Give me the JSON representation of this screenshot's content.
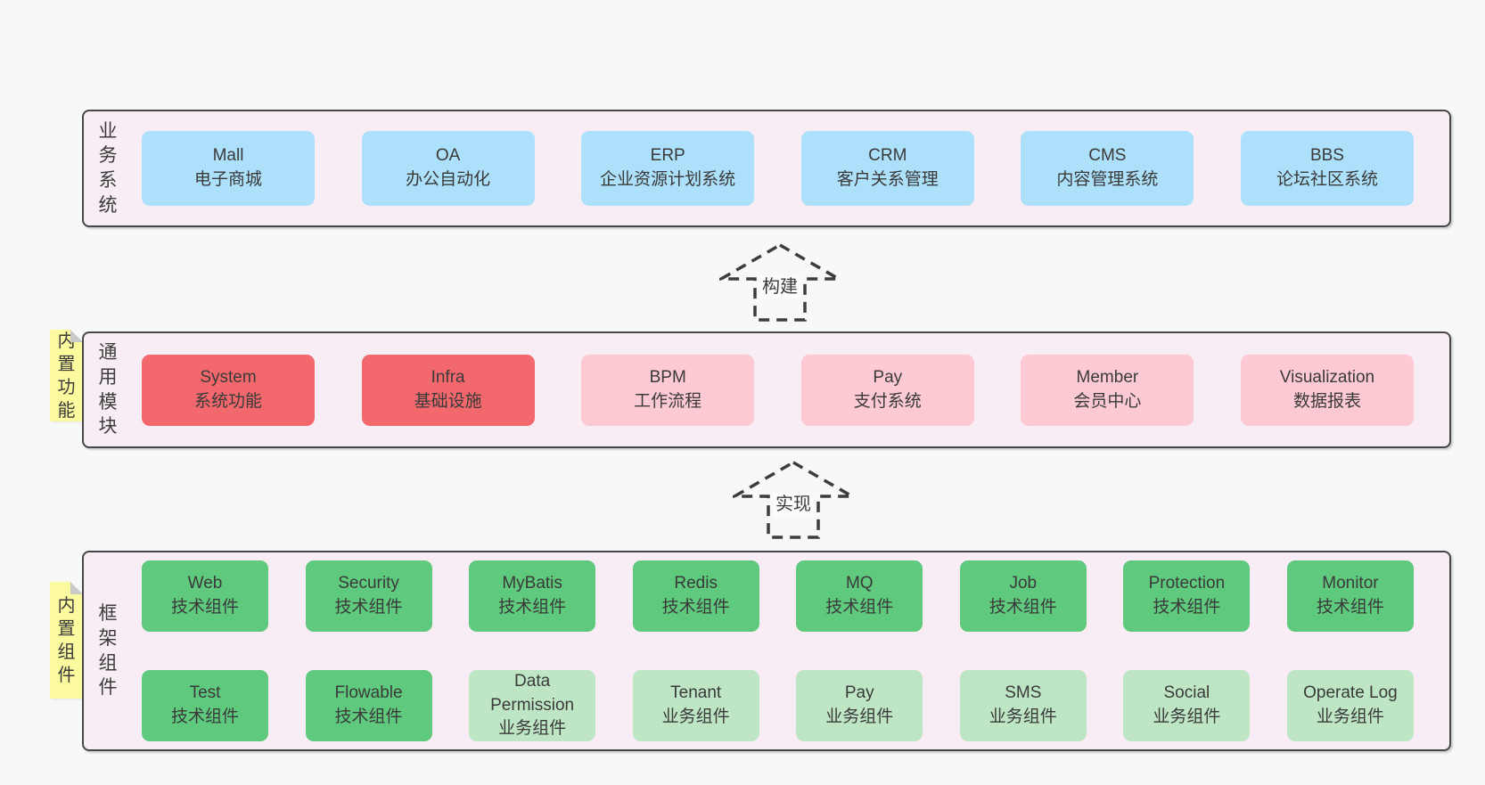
{
  "colors": {
    "blue": "#ade0fb",
    "red": "#f3686c",
    "pink": "#fdc9d3",
    "green": "#5fc97e",
    "lightgreen": "#bee6c5",
    "container_bg": "#f8edf5",
    "note_yellow": "#fbfa9e",
    "fold_gray": "#c9c9c9",
    "border": "#474747",
    "page_bg": "#f8f8f8",
    "text": "#3b3b3b"
  },
  "layers": [
    {
      "label": "业务系统",
      "boxes": [
        {
          "name": "Mall",
          "subtitle": "电子商城",
          "variant": "blue"
        },
        {
          "name": "OA",
          "subtitle": "办公自动化",
          "variant": "blue"
        },
        {
          "name": "ERP",
          "subtitle": "企业资源计划系统",
          "variant": "blue"
        },
        {
          "name": "CRM",
          "subtitle": "客户关系管理",
          "variant": "blue"
        },
        {
          "name": "CMS",
          "subtitle": "内容管理系统",
          "variant": "blue"
        },
        {
          "name": "BBS",
          "subtitle": "论坛社区系统",
          "variant": "blue"
        }
      ]
    },
    {
      "label": "通用模块",
      "note": "内置功能",
      "boxes": [
        {
          "name": "System",
          "subtitle": "系统功能",
          "variant": "red"
        },
        {
          "name": "Infra",
          "subtitle": "基础设施",
          "variant": "red"
        },
        {
          "name": "BPM",
          "subtitle": "工作流程",
          "variant": "pink"
        },
        {
          "name": "Pay",
          "subtitle": "支付系统",
          "variant": "pink"
        },
        {
          "name": "Member",
          "subtitle": "会员中心",
          "variant": "pink"
        },
        {
          "name": "Visualization",
          "subtitle": "数据报表",
          "variant": "pink"
        }
      ]
    },
    {
      "label": "框架组件",
      "note": "内置组件",
      "rows": [
        [
          {
            "name": "Web",
            "subtitle": "技术组件",
            "variant": "green"
          },
          {
            "name": "Security",
            "subtitle": "技术组件",
            "variant": "green"
          },
          {
            "name": "MyBatis",
            "subtitle": "技术组件",
            "variant": "green"
          },
          {
            "name": "Redis",
            "subtitle": "技术组件",
            "variant": "green"
          },
          {
            "name": "MQ",
            "subtitle": "技术组件",
            "variant": "green"
          },
          {
            "name": "Job",
            "subtitle": "技术组件",
            "variant": "green"
          },
          {
            "name": "Protection",
            "subtitle": "技术组件",
            "variant": "green"
          },
          {
            "name": "Monitor",
            "subtitle": "技术组件",
            "variant": "green"
          }
        ],
        [
          {
            "name": "Test",
            "subtitle": "技术组件",
            "variant": "green"
          },
          {
            "name": "Flowable",
            "subtitle": "技术组件",
            "variant": "green"
          },
          {
            "name": "Data Permission",
            "subtitle": "业务组件",
            "variant": "lightgreen"
          },
          {
            "name": "Tenant",
            "subtitle": "业务组件",
            "variant": "lightgreen"
          },
          {
            "name": "Pay",
            "subtitle": "业务组件",
            "variant": "lightgreen"
          },
          {
            "name": "SMS",
            "subtitle": "业务组件",
            "variant": "lightgreen"
          },
          {
            "name": "Social",
            "subtitle": "业务组件",
            "variant": "lightgreen"
          },
          {
            "name": "Operate Log",
            "subtitle": "业务组件",
            "variant": "lightgreen"
          }
        ]
      ]
    }
  ],
  "arrows": [
    {
      "label": "构建"
    },
    {
      "label": "实现"
    }
  ]
}
